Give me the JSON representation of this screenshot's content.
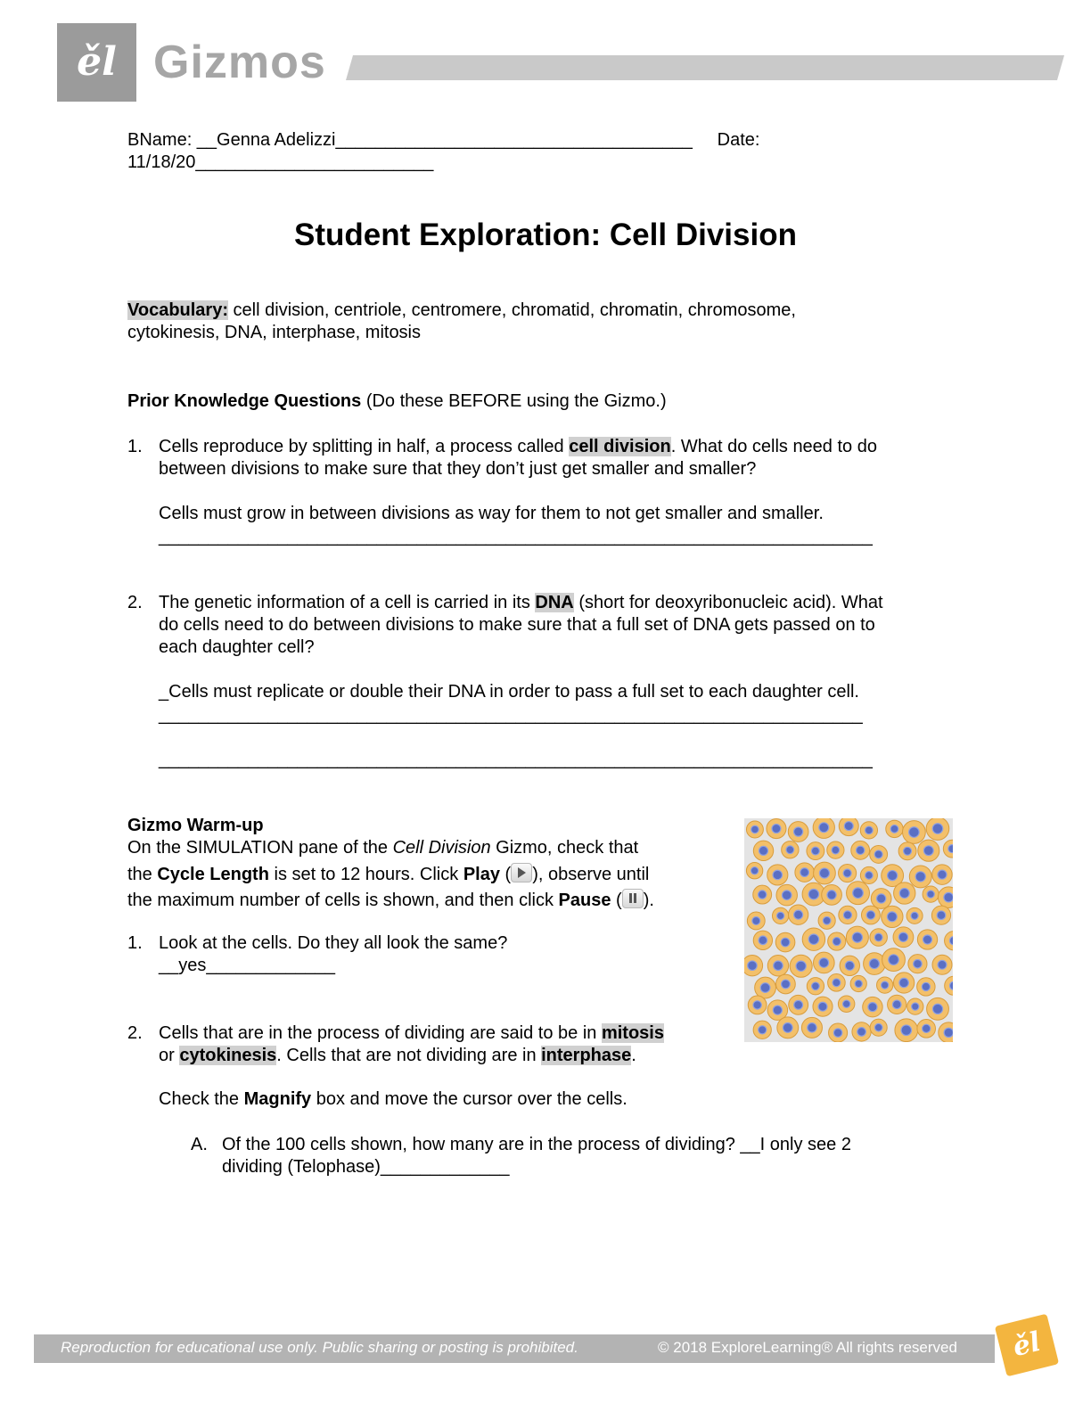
{
  "header": {
    "logo_glyph": "ěl",
    "brand": "Gizmos"
  },
  "student": {
    "line1": "BName: __Genna Adelizzi____________________________________     Date:",
    "line2": "11/18/20________________________"
  },
  "title": "Student Exploration: Cell Division",
  "vocabulary": {
    "label": "Vocabulary:",
    "line1": " cell division, centriole, centromere, chromatid, chromatin, chromosome,",
    "line2": "cytokinesis, DNA, interphase, mitosis"
  },
  "prior": {
    "heading": "Prior Knowledge Questions",
    "note": " (Do these BEFORE using the Gizmo.)",
    "q1": {
      "num": "1.",
      "pre": "Cells reproduce by splitting in half, a process called ",
      "term": "cell division",
      "post": ". What do cells need to do",
      "line2": "between divisions to make sure that they don’t just get smaller and smaller?",
      "answer": "Cells must grow in between divisions as way for them to not get smaller and smaller.",
      "blank": "________________________________________________________________________"
    },
    "q2": {
      "num": "2.",
      "pre": "The genetic information of a cell is carried in its ",
      "term": "DNA",
      "post": " (short for deoxyribonucleic acid). What",
      "line2": "do cells need to do between divisions to make sure that a full set of DNA gets passed on to",
      "line3": "each daughter cell?",
      "answer": "_Cells must replicate or double their DNA in order to pass a full set to each daughter cell.",
      "blank1": "_______________________________________________________________________",
      "blank2": "________________________________________________________________________"
    }
  },
  "warmup": {
    "heading": "Gizmo Warm-up",
    "l1_pre": "On the SIMULATION pane of the ",
    "l1_italic": "Cell Division",
    "l1_post": " Gizmo, check that",
    "l2_a": "the ",
    "l2_b": "Cycle Length",
    "l2_c": " is set to 12 hours. Click ",
    "l2_d": "Play",
    "l2_e": " (",
    "l2_f": "), observe until",
    "l3_a": "the maximum number of cells is shown, and then click ",
    "l3_b": "Pause",
    "l3_c": " (",
    "l3_d": ").",
    "q1": {
      "num": "1.",
      "text": "Look at the cells. Do they all look the same?",
      "answer": "__yes_____________"
    },
    "q2": {
      "num": "2.",
      "pre": "Cells that are in the process of dividing are said to be in ",
      "t1": "mitosis",
      "l2_a": "or ",
      "t2": "cytokinesis",
      "l2_b": ". Cells that are not dividing are in ",
      "t3": "interphase",
      "l2_c": ".",
      "check_a": "Check the ",
      "check_b": "Magnify",
      "check_c": " box and move the cursor over the cells.",
      "a": {
        "letter": "A.",
        "line1": "Of the 100 cells shown, how many are in the process of dividing? __I only see 2",
        "line2": "dividing (Telophase)_____________"
      }
    }
  },
  "footer": {
    "left": "Reproduction for educational use only. Public sharing or posting is prohibited.",
    "right": "© 2018 ExploreLearning®  All rights reserved",
    "logo_glyph": "ěl"
  },
  "colors": {
    "highlight": "#d0d0d0",
    "logo_gray": "#9b9b9b",
    "footer_gray": "#b3b3b3",
    "cell_orange": "#f3c06a",
    "nucleus_blue": "#5a6fc4"
  }
}
